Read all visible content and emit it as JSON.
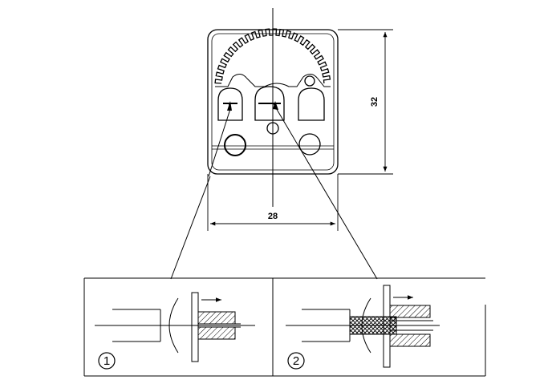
{
  "dimensions": {
    "height_label": "32",
    "width_label": "28"
  },
  "detail_views": [
    {
      "number": "1"
    },
    {
      "number": "2"
    }
  ],
  "colors": {
    "line": "#000000",
    "background": "#ffffff"
  }
}
